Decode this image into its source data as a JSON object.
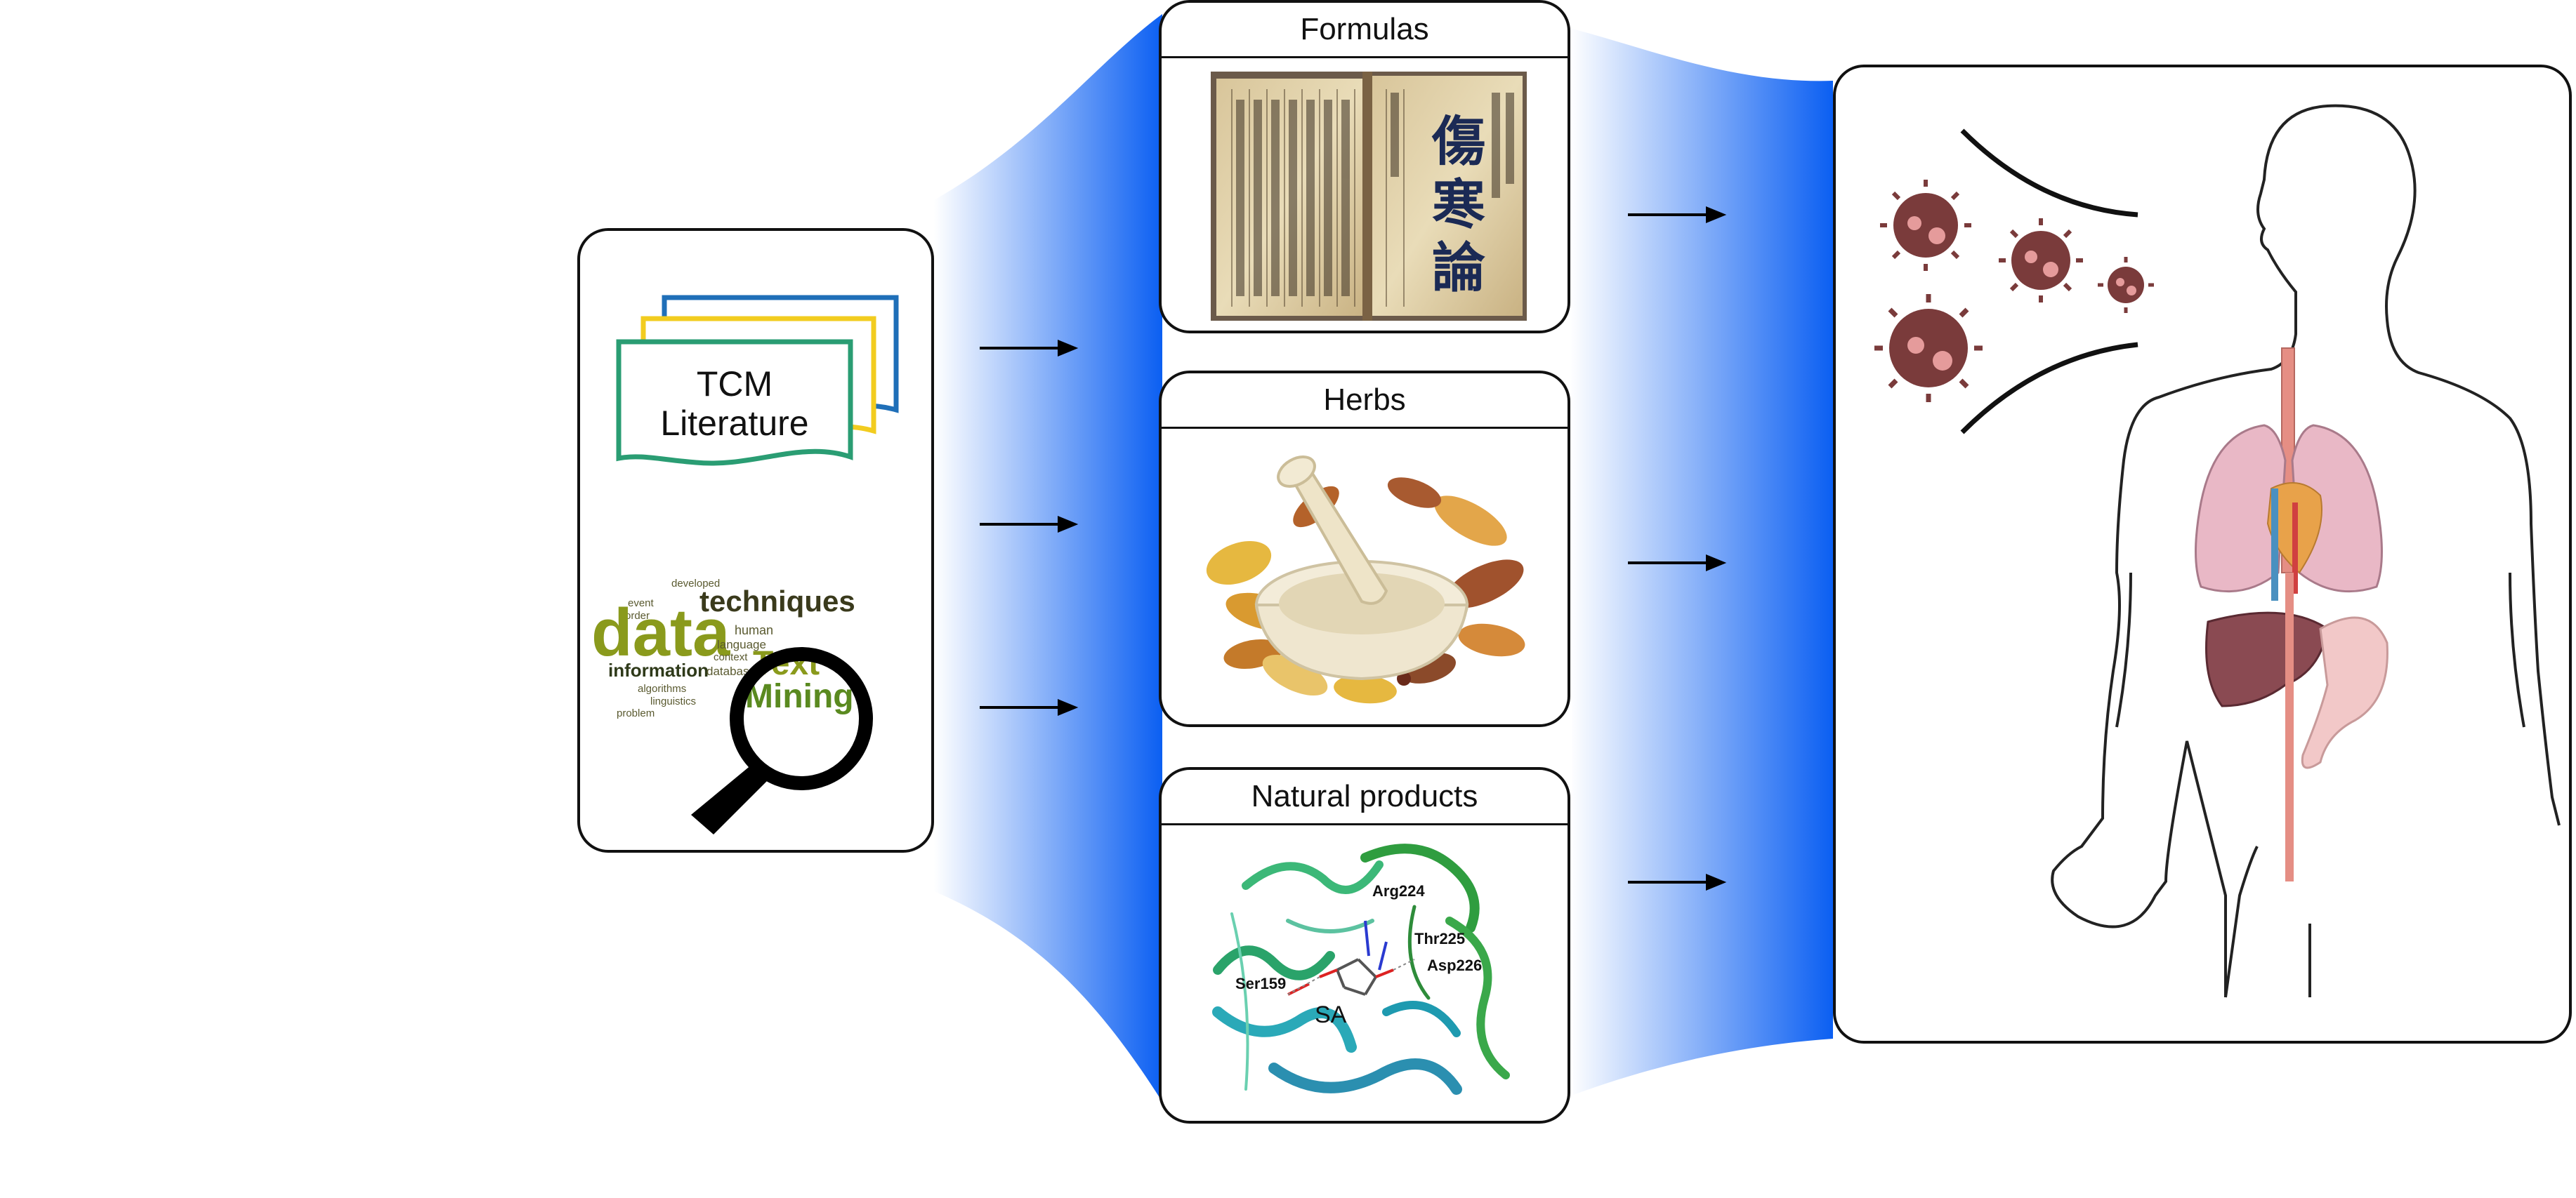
{
  "literature": {
    "title_line1": "TCM",
    "title_line2": "Literature",
    "wordcloud": {
      "data": "data",
      "techniques": "techniques",
      "information": "information",
      "text": "Text",
      "mining": "Mining",
      "language": "language",
      "human": "human",
      "database": "database",
      "context": "context",
      "algorithms": "algorithms",
      "linguistics": "linguistics",
      "problem": "problem",
      "order": "order",
      "event": "event",
      "developed": "developed"
    }
  },
  "panels": {
    "formulas": {
      "title": "Formulas",
      "book_chars": [
        "傷",
        "寒",
        "論"
      ]
    },
    "herbs": {
      "title": "Herbs"
    },
    "natural_products": {
      "title": "Natural products",
      "residues": [
        "Arg224",
        "Thr225",
        "Asp226",
        "Ser159"
      ],
      "ligand": "SA"
    }
  },
  "colors": {
    "funnel_blue": "#0b5ff2",
    "frame_blue": "#1f6fb8",
    "frame_yellow": "#f2cc1f",
    "frame_green": "#2a9d73",
    "cloud_olive": "#8a9a1c",
    "cloud_green": "#5a8a20",
    "virus": "#7a3b3b",
    "lung": "#e9b8c6",
    "liver": "#8a4a52"
  }
}
